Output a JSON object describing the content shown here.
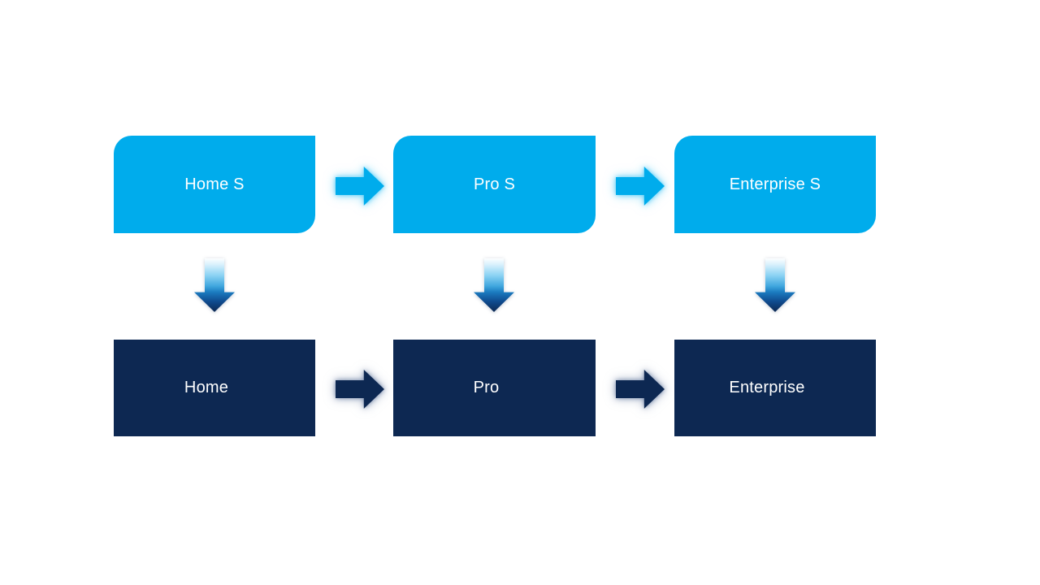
{
  "colors": {
    "background": "#FFFFFF",
    "top_box": "#00ACEC",
    "bottom_box": "#0D2852",
    "label_text": "#FFFFFF"
  },
  "flow": {
    "top_row": [
      "Home S",
      "Pro S",
      "Enterprise S"
    ],
    "bottom_row": [
      "Home",
      "Pro",
      "Enterprise"
    ]
  },
  "icons": {
    "horizontal_connector": "right-arrow-icon",
    "vertical_connector": "down-arrow-icon"
  }
}
